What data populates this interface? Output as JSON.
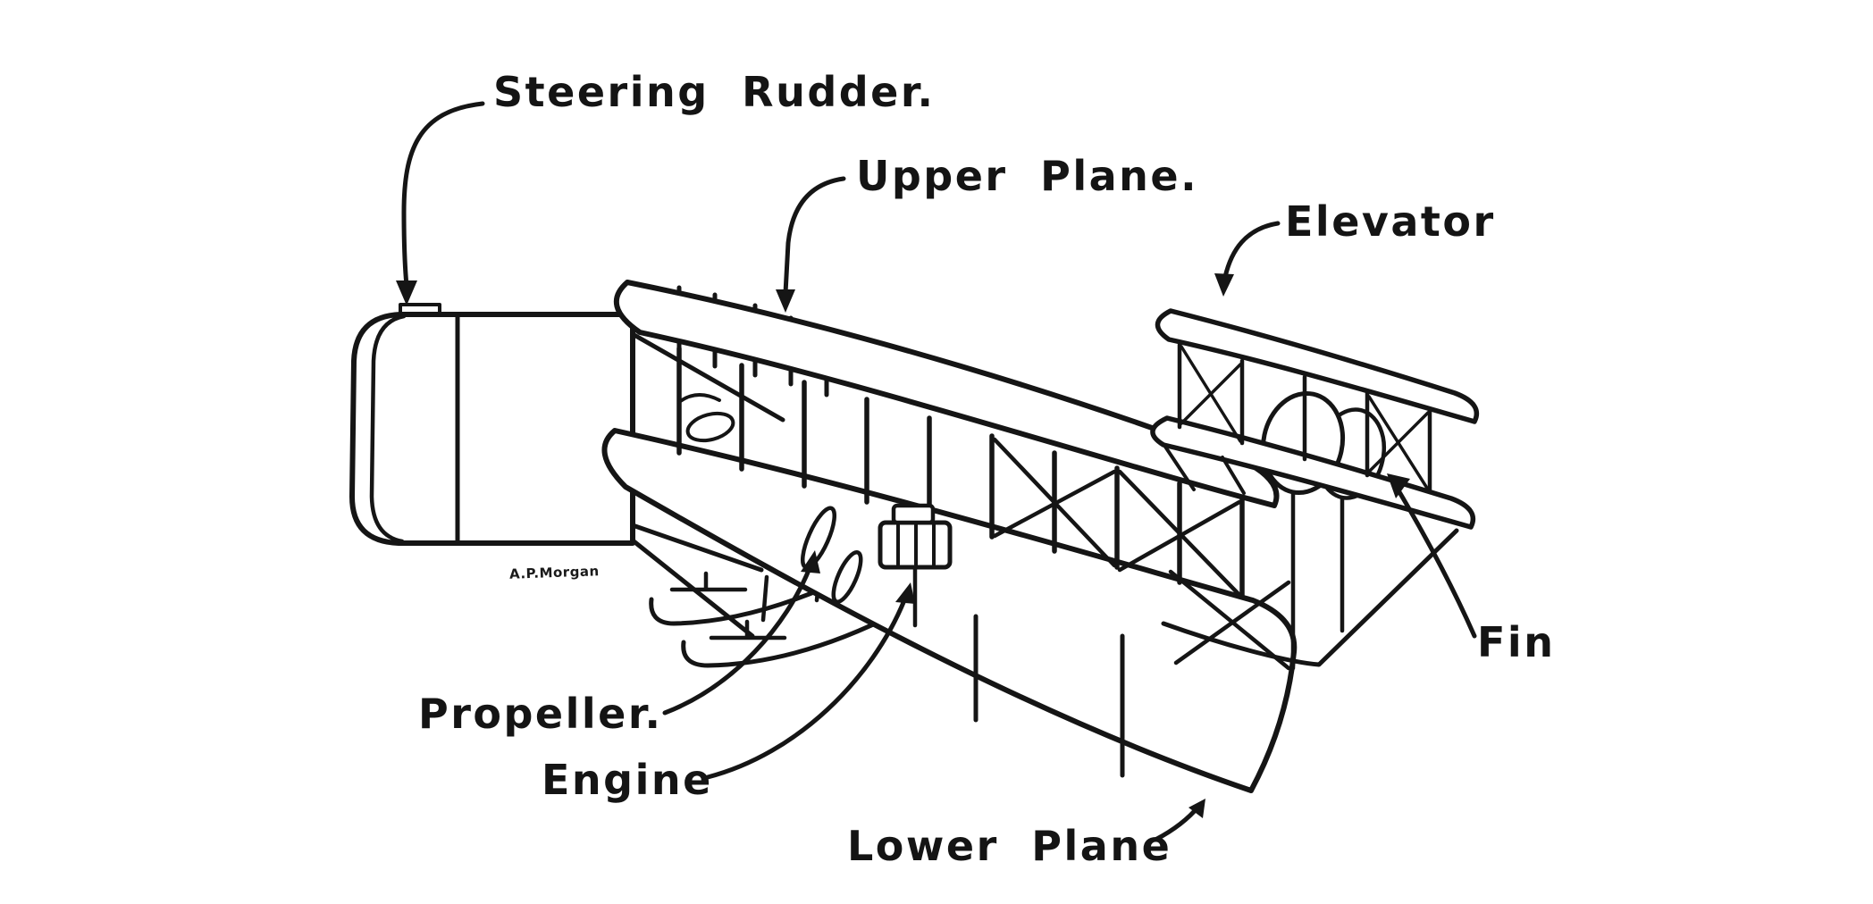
{
  "diagram": {
    "labels": {
      "steering_rudder": "Steering Rudder.",
      "upper_plane": "Upper Plane.",
      "elevator": "Elevator",
      "fin": "Fin",
      "propeller": "Propeller.",
      "engine": "Engine",
      "lower_plane": "Lower Plane",
      "signature": "A.P.Morgan"
    },
    "colors": {
      "ink": "#151515",
      "background": "#ffffff"
    }
  }
}
